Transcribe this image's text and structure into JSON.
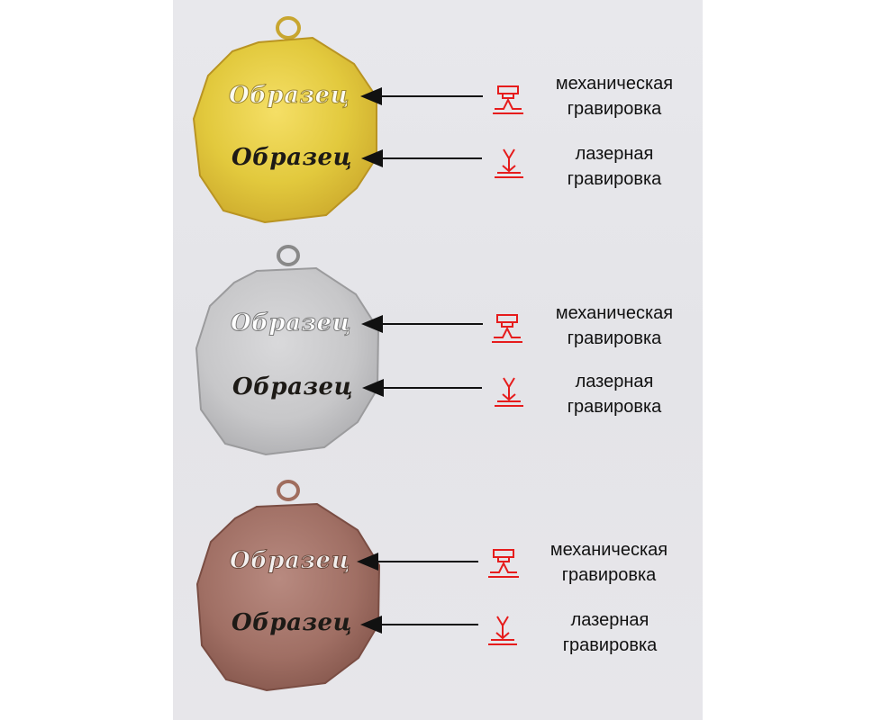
{
  "medals": [
    {
      "id": "gold",
      "mechanical_text": "Образец",
      "laser_text": "Образец",
      "mechanical_label_line1": "механическая",
      "mechanical_label_line2": "гравировка",
      "laser_label_line1": "лазерная",
      "laser_label_line2": "гравировка"
    },
    {
      "id": "silver",
      "mechanical_text": "Образец",
      "laser_text": "Образец",
      "mechanical_label_line1": "механическая",
      "mechanical_label_line2": "гравировка",
      "laser_label_line1": "лазерная",
      "laser_label_line2": "гравировка"
    },
    {
      "id": "bronze",
      "mechanical_text": "Образец",
      "laser_text": "Образец",
      "mechanical_label_line1": "механическая",
      "mechanical_label_line2": "гравировка",
      "laser_label_line1": "лазерная",
      "laser_label_line2": "гравировка"
    }
  ],
  "colors": {
    "gold": "#e3cb41",
    "silver": "#c7c7c8",
    "bronze": "#a7756c",
    "icon_red": "#e61c1c"
  },
  "icons": {
    "mechanical": "engraving-tool-icon",
    "laser": "laser-beam-icon"
  }
}
